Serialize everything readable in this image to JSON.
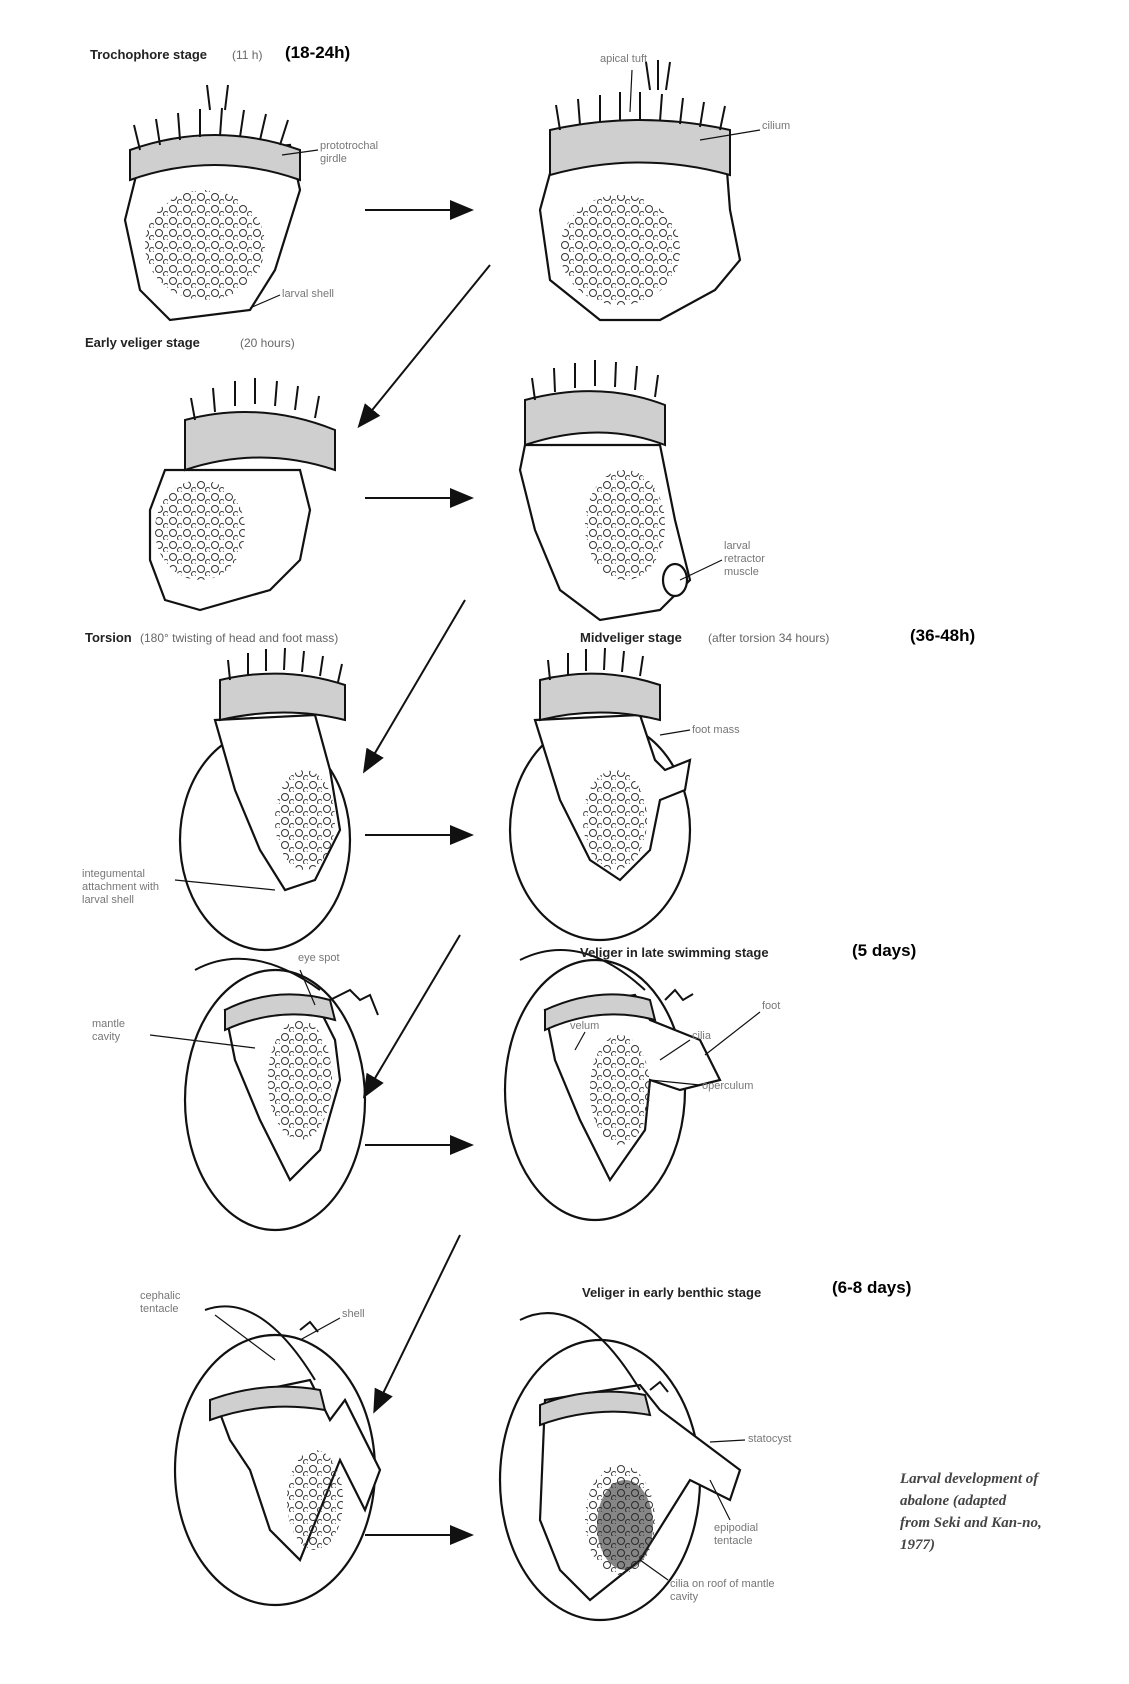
{
  "stages": [
    {
      "title": "Trochophore stage",
      "subtitle": "(11 h)",
      "time": "(18-24h)"
    },
    {
      "title": "Early veliger stage",
      "subtitle": "(20 hours)",
      "time": ""
    },
    {
      "title": "Torsion",
      "subtitle": "(180° twisting of head and foot mass)",
      "time": ""
    },
    {
      "title": "Midveliger stage",
      "subtitle": "(after torsion 34 hours)",
      "time": "(36-48h)"
    },
    {
      "title": "Veliger in late swimming stage",
      "subtitle": "",
      "time": "(5 days)"
    },
    {
      "title": "Veliger in early benthic stage",
      "subtitle": "",
      "time": "(6-8 days)"
    }
  ],
  "labels": {
    "apical_tuft": "apical tuft",
    "cilium": "cilium",
    "prototrochal_girdle": "prototrochal\ngirdle",
    "larval_shell": "larval shell",
    "larval_retractor_muscle": "larval\nretractor\nmuscle",
    "foot_mass": "foot mass",
    "attachment": "integumental\nattachment with\nlarval shell",
    "eye_spot": "eye spot",
    "mantle_cavity": "mantle\ncavity",
    "cilia": "cilia",
    "foot": "foot",
    "velum": "velum",
    "operculum": "operculum",
    "cephalic_tentacle": "cephalic\ntentacle",
    "shell": "shell",
    "statocyst": "statocyst",
    "epipodial_tentacle": "epipodial\ntentacle",
    "cilia_mantle": "cilia on roof of mantle\ncavity"
  },
  "caption": "Larval development of\nabalone (adapted\nfrom Seki and Kan-no,\n1977)",
  "colors": {
    "ink": "#111111",
    "label_gray": "#777777",
    "band_gray": "#cfcfcf"
  }
}
